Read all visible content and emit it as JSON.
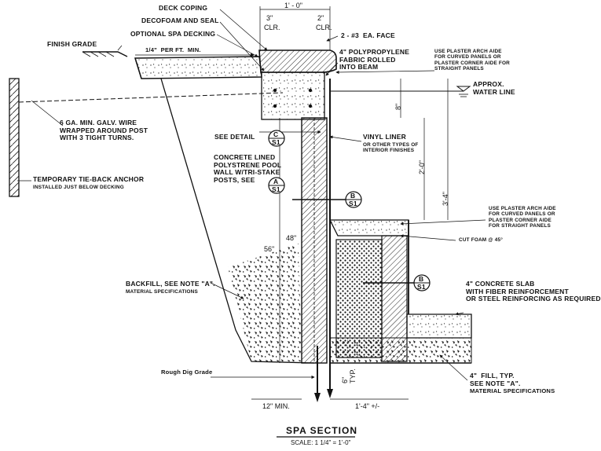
{
  "labels": {
    "deck_coping": "DECK COPING",
    "decofoam": "DECOFOAM AND SEAL",
    "spa_decking": "OPTIONAL SPA DECKING",
    "finish_grade": "FINISH GRADE",
    "slope": "1/4\"  PER FT.  MIN.",
    "rebar": "2 - #3  EA. FACE",
    "fabric": "4\" POLYPROPYLENE\nFABRIC ROLLED\nINTO BEAM",
    "arch_aide_top": "USE PLASTER ARCH AIDE\nFOR CURVED PANELS OR\nPLASTER CORNER AIDE FOR\nSTRAIGHT PANELS",
    "water_line": "APPROX.\nWATER LINE",
    "galv_wire": "6 GA. MIN. GALV. WIRE\nWRAPPED AROUND POST\nWITH 3 TIGHT TURNS.",
    "see_detail": "SEE DETAIL",
    "vinyl_liner": "VINYL LINER",
    "vinyl_liner_sub": "OR OTHER TYPES OF\nINTERIOR FINISHES",
    "concrete_lined": "CONCRETE LINED\nPOLYSTRENE POOL\nWALL W/TRI-STAKE\nPOSTS, SEE",
    "tieback": "TEMPORARY TIE-BACK ANCHOR",
    "tieback_sub": "INSTALLED JUST BELOW DECKING",
    "arch_aide_mid": "USE PLASTER ARCH AIDE\nFOR CURVED PANELS OR\nPLASTER CORNER AIDE\nFOR STRAIGHT PANELS",
    "cut_foam": "CUT FOAM @ 45°",
    "backfill": "BACKFILL, SEE NOTE \"A\".",
    "backfill_sub": "MATERIAL SPECIFICATIONS",
    "slab": "4\" CONCRETE SLAB\nWITH FIBER REINFORCEMENT\nOR STEEL REINFORCING AS REQUIRED",
    "rough_dig": "Rough Dig Grade",
    "fill": "4\"  FILL, TYP.\nSEE NOTE \"A\".",
    "fill_sub": "MATERIAL SPECIFICATIONS"
  },
  "dimensions": {
    "top_width": "1' - 0\"",
    "clr_left": "3\"",
    "clr_right": "2\"",
    "clr": "CLR.",
    "d8": "8\"",
    "d2_0": "2'-0\"",
    "d3_4": "3'-4\"",
    "d48": "48\"",
    "d56": "56\"",
    "d12min": "12\" MIN.",
    "d1_4": "1'-4\" +/-",
    "d6": "6\"",
    "typ": "TYP."
  },
  "bubbles": {
    "c_top": "C",
    "c_bottom": "S1",
    "a_top": "A",
    "a_bottom": "S1",
    "b1_top": "B",
    "b1_bottom": "S1",
    "b2_top": "B",
    "b2_bottom": "S1"
  },
  "title": "SPA SECTION",
  "scale": "SCALE:  1 1/4\" = 1'-0\""
}
